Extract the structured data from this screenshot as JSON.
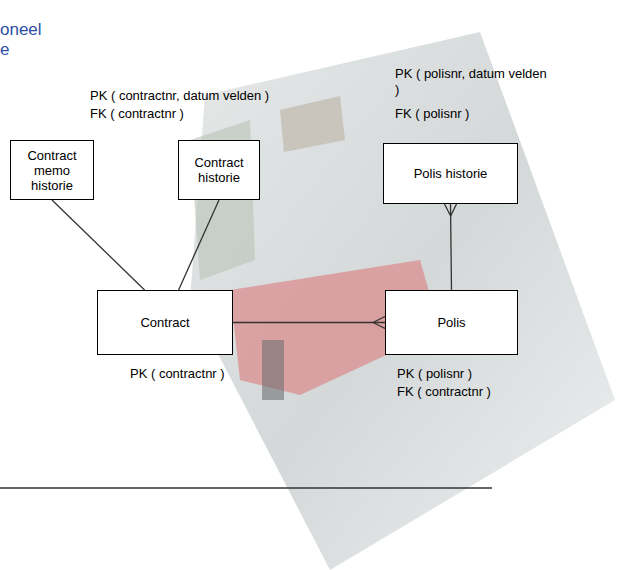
{
  "diagram": {
    "nodes": [
      {
        "text": [
          "Contract memo historie"
        ]
      },
      {
        "text": [
          "Contract historie"
        ]
      },
      {
        "text": [
          "Polis historie"
        ]
      },
      {
        "text": [
          "Contract"
        ]
      },
      {
        "text": [
          "Polis"
        ]
      }
    ],
    "edges": [
      {
        "from": 0,
        "to": 3,
        "arrow": "none"
      },
      {
        "from": 1,
        "to": 3,
        "arrow": "none"
      },
      {
        "from": 4,
        "to": 2,
        "arrow": "to"
      },
      {
        "from": 3,
        "to": 4,
        "arrow": "to"
      }
    ],
    "labels": [
      "oneel",
      "e",
      "PK ( contractnr, datum velden )",
      "FK ( contractnr )",
      "PK ( polisnr, datum velden )",
      "FK ( polisnr )",
      "PK ( contractnr )",
      "PK ( polisnr )",
      "FK ( contractnr )"
    ]
  }
}
